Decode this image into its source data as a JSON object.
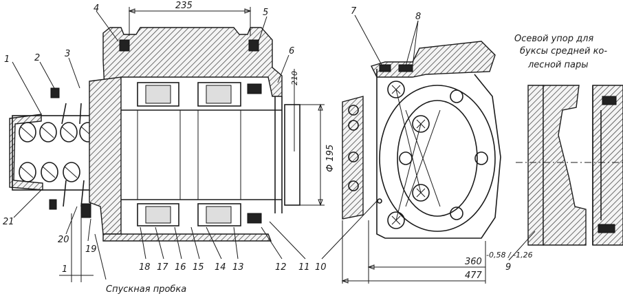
{
  "dimensions": {
    "d235": "235",
    "d210": "210",
    "d195": "Ф 195",
    "d360": "360",
    "d360_tol": "-0,58 / -1,26",
    "d477": "477",
    "d1": "1"
  },
  "part_numbers": [
    "1",
    "2",
    "3",
    "4",
    "5",
    "6",
    "21",
    "20",
    "19",
    "18",
    "17",
    "16",
    "15",
    "14",
    "13",
    "12",
    "11",
    "10",
    "7",
    "8",
    "9"
  ],
  "captions": {
    "drain_plug": "Спускная пробка",
    "axial_stop_line1": "Осевой упор для",
    "axial_stop_line2": "буксы средней ко-",
    "axial_stop_line3": "лесной пары"
  }
}
